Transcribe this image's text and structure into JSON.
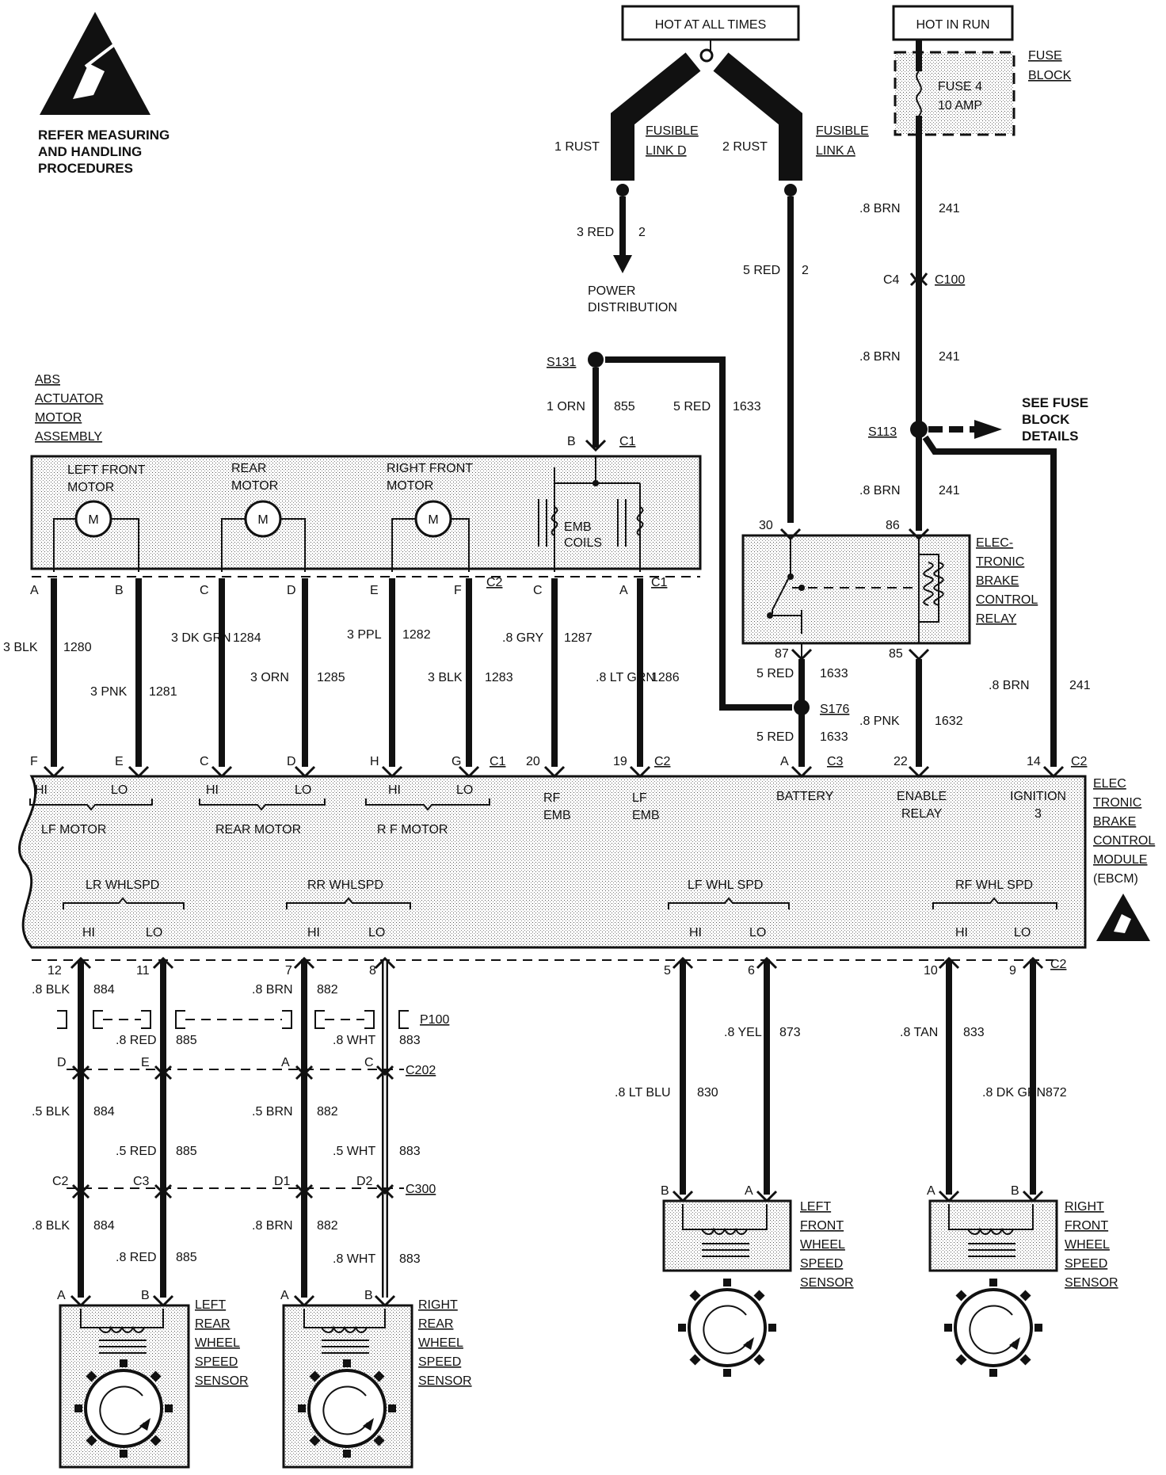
{
  "warning": {
    "lines": [
      "REFER MEASURING",
      "AND HANDLING",
      "PROCEDURES"
    ]
  },
  "power": {
    "hot_at_all_times": "HOT AT ALL TIMES",
    "hot_in_run": "HOT IN RUN",
    "fuse_block": [
      "FUSE",
      "BLOCK"
    ],
    "fuse": [
      "FUSE 4",
      "10 AMP"
    ],
    "fusible_link_d": [
      "FUSIBLE",
      "LINK D"
    ],
    "fusible_link_a": [
      "FUSIBLE",
      "LINK A"
    ],
    "rust_1": "1 RUST",
    "rust_2": "2 RUST",
    "red3": "3 RED",
    "red3_circuit": "2",
    "power_distribution": [
      "POWER",
      "DISTRIBUTION"
    ],
    "red5": "5 RED",
    "red5_circuit": "2",
    "brn1": ".8 BRN",
    "brn1_circuit": "241",
    "c4": "C4",
    "c100": "C100",
    "brn2": ".8 BRN",
    "brn2_circuit": "241",
    "s113": "S113",
    "see_fuse": [
      "SEE FUSE",
      "BLOCK",
      "DETAILS"
    ],
    "brn3": ".8 BRN",
    "brn3_circuit": "241"
  },
  "actuator": {
    "title": [
      "ABS",
      "ACTUATOR",
      "MOTOR",
      "ASSEMBLY"
    ],
    "s131": "S131",
    "orn": "1 ORN",
    "orn_circuit": "855",
    "red_s131": "5 RED",
    "red_s131_circuit": "1633",
    "pin_b": "B",
    "c1_top": "C1",
    "motor_icon": "M",
    "left_front_motor": [
      "LEFT FRONT",
      "MOTOR"
    ],
    "rear_motor": [
      "REAR",
      "MOTOR"
    ],
    "right_front_motor": [
      "RIGHT FRONT",
      "MOTOR"
    ],
    "emb_coils": [
      "EMB",
      "COILS"
    ],
    "pins_top": [
      "A",
      "B",
      "C",
      "D",
      "E",
      "F",
      "C2",
      "C",
      "A",
      "C1"
    ]
  },
  "wires_mid": [
    {
      "color": "3 BLK",
      "circuit": "1280"
    },
    {
      "color": "3 PNK",
      "circuit": "1281"
    },
    {
      "color": "3 DK GRN",
      "circuit": "1284"
    },
    {
      "color": "3 ORN",
      "circuit": "1285"
    },
    {
      "color": "3 PPL",
      "circuit": "1282"
    },
    {
      "color": "3 BLK",
      "circuit": "1283"
    },
    {
      "color": ".8 GRY",
      "circuit": "1287"
    },
    {
      "color": ".8 LT GRN",
      "circuit": "1286"
    }
  ],
  "relay": {
    "title": [
      "ELEC-",
      "TRONIC",
      "BRAKE",
      "CONTROL",
      "RELAY"
    ],
    "pin30": "30",
    "pin86": "86",
    "pin87": "87",
    "pin85": "85",
    "red87": "5 RED",
    "red87_circuit": "1633",
    "s176": "S176",
    "red_c3": "5 RED",
    "red_c3_circuit": "1633",
    "pnk": ".8 PNK",
    "pnk_circuit": "1632",
    "brn_ign": ".8 BRN",
    "brn_ign_circuit": "241"
  },
  "ebcm": {
    "title": [
      "ELEC",
      "TRONIC",
      "BRAKE",
      "CONTROL",
      "MODULE",
      "(EBCM)"
    ],
    "pins_top": [
      "F",
      "E",
      "C",
      "D",
      "H",
      "G",
      "C1",
      "20",
      "19",
      "C2",
      "A",
      "C3",
      "22",
      "14",
      "C2"
    ],
    "hi": "HI",
    "lo": "LO",
    "lf_motor": "LF MOTOR",
    "rear_motor": "REAR MOTOR",
    "rf_motor": "R F MOTOR",
    "rf_emb": [
      "RF",
      "EMB"
    ],
    "lf_emb": [
      "LF",
      "EMB"
    ],
    "battery": "BATTERY",
    "enable_relay": [
      "ENABLE",
      "RELAY"
    ],
    "ignition": [
      "IGNITION",
      "3"
    ],
    "lr_whlspd": "LR WHLSPD",
    "rr_whlspd": "RR WHLSPD",
    "lf_whl_spd": "LF WHL SPD",
    "rf_whl_spd": "RF WHL SPD",
    "pins_bottom": [
      "12",
      "11",
      "7",
      "8",
      "5",
      "6",
      "10",
      "9",
      "C2"
    ]
  },
  "lower": {
    "blk1": ".8 BLK",
    "blk1_c": "884",
    "red1": ".8 RED",
    "red1_c": "885",
    "brn1": ".8 BRN",
    "brn1_c": "882",
    "wht1": ".8 WHT",
    "wht1_c": "883",
    "p100": "P100",
    "c202": "C202",
    "c202_pins": [
      "D",
      "E",
      "A",
      "C"
    ],
    "blk2": ".5 BLK",
    "blk2_c": "884",
    "red2": ".5 RED",
    "red2_c": "885",
    "brn2": ".5 BRN",
    "brn2_c": "882",
    "wht2": ".5 WHT",
    "wht2_c": "883",
    "c300": "C300",
    "c300_pins": [
      "C2",
      "C3",
      "D1",
      "D2"
    ],
    "blk3": ".8 BLK",
    "blk3_c": "884",
    "red3": ".8 RED",
    "red3_c": "885",
    "brn3": ".8 BRN",
    "brn3_c": "882",
    "wht3": ".8 WHT",
    "wht3_c": "883",
    "yel": ".8 YEL",
    "yel_c": "873",
    "ltblu": ".8 LT BLU",
    "ltblu_c": "830",
    "tan": ".8 TAN",
    "tan_c": "833",
    "dkgrn": ".8 DK GRN",
    "dkgrn_c": "872",
    "sensor_pins": [
      "A",
      "B"
    ],
    "lfws_pins": [
      "B",
      "A"
    ],
    "rfws_pins": [
      "A",
      "B"
    ],
    "left_rear_sensor": [
      "LEFT",
      "REAR",
      "WHEEL",
      "SPEED",
      "SENSOR"
    ],
    "right_rear_sensor": [
      "RIGHT",
      "REAR",
      "WHEEL",
      "SPEED",
      "SENSOR"
    ],
    "left_front_sensor": [
      "LEFT",
      "FRONT",
      "WHEEL",
      "SPEED",
      "SENSOR"
    ],
    "right_front_sensor": [
      "RIGHT",
      "FRONT",
      "WHEEL",
      "SPEED",
      "SENSOR"
    ]
  }
}
